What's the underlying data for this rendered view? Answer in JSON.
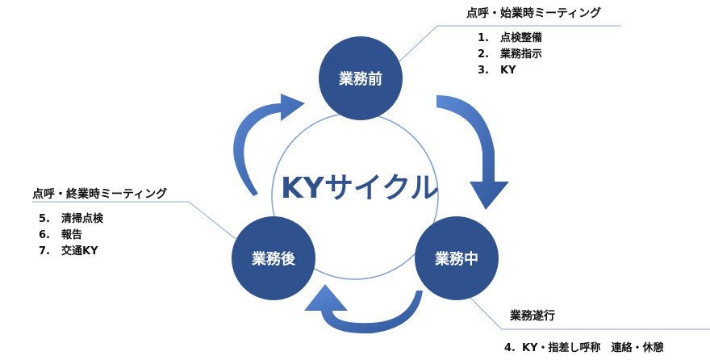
{
  "center_label": "KYサイクル",
  "phases": {
    "pre": "業務前",
    "mid": "業務中",
    "post": "業務後"
  },
  "pre_meeting": {
    "title": "点呼・始業時ミーティング",
    "items": [
      {
        "num": "1.",
        "text": "点検整備"
      },
      {
        "num": "2.",
        "text": "業務指示"
      },
      {
        "num": "3.",
        "text": "KY"
      }
    ]
  },
  "post_meeting": {
    "title": "点呼・終業時ミーティング",
    "items": [
      {
        "num": "5.",
        "text": "清掃点検"
      },
      {
        "num": "6.",
        "text": "報告"
      },
      {
        "num": "7.",
        "text": "交通KY"
      }
    ]
  },
  "mid_work": {
    "title": "業務遂行",
    "items": [
      {
        "num": "4.",
        "text": "KY・指差し呼称　連絡・休憩"
      }
    ]
  },
  "colors": {
    "phase_circle": "#2f528f",
    "arrow": "#4472c4",
    "arrow_dark": "#2f5597",
    "ring": "#7f9fd4",
    "leader_line": "#8ea6cf"
  }
}
